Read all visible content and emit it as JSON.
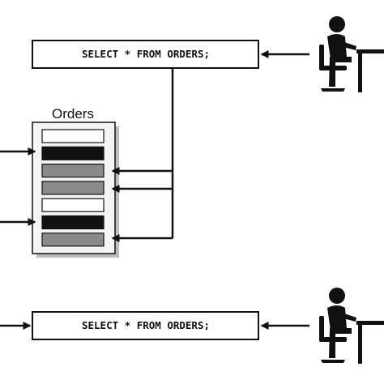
{
  "diagram": {
    "table": {
      "title": "Orders",
      "rows": [
        "empty",
        "locked",
        "read",
        "read",
        "empty",
        "locked",
        "read"
      ]
    },
    "queries": [
      {
        "text": "SELECT * FROM ORDERS;"
      },
      {
        "text": "SELECT * FROM ORDERS;"
      }
    ],
    "colors": {
      "line": "#111111",
      "row_empty": "#ffffff",
      "row_locked": "#111111",
      "row_read": "#8a8a8a",
      "table_fill": "#f4f4f4",
      "table_shadow": "#bdbdbd"
    },
    "icons": [
      "user-at-desk-icon",
      "user-at-desk-icon"
    ]
  }
}
